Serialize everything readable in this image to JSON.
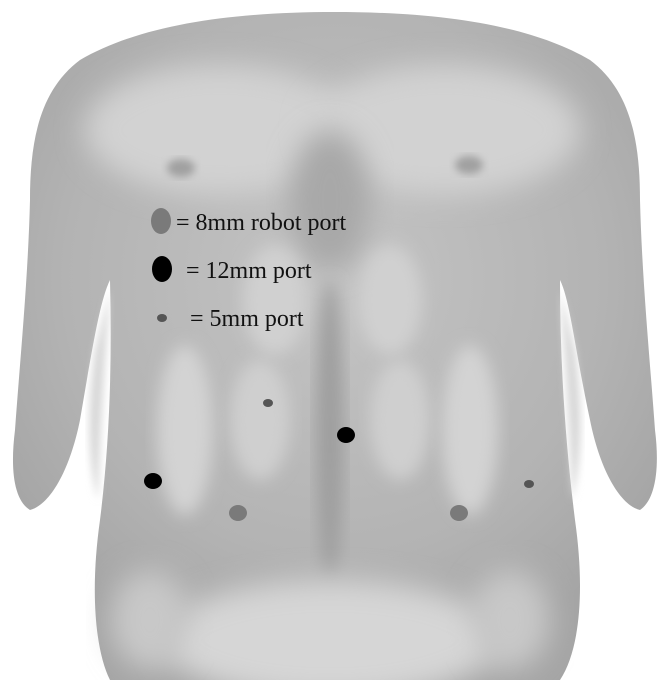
{
  "legend": {
    "robot_port_label": "= 8mm robot port",
    "port_12mm_label": "= 12mm port",
    "port_5mm_label": "= 5mm port"
  },
  "colors": {
    "background": "#ffffff",
    "skin": "#b9b9b9",
    "skin_light": "#d6d6d6",
    "skin_shadow": "#9a9a9a",
    "port_8mm": "#7a7a7a",
    "port_12mm": "#000000",
    "port_5mm": "#555555"
  },
  "ports": {
    "robot_8mm_count": 2,
    "port_12mm_count": 2,
    "port_5mm_count": 2
  }
}
